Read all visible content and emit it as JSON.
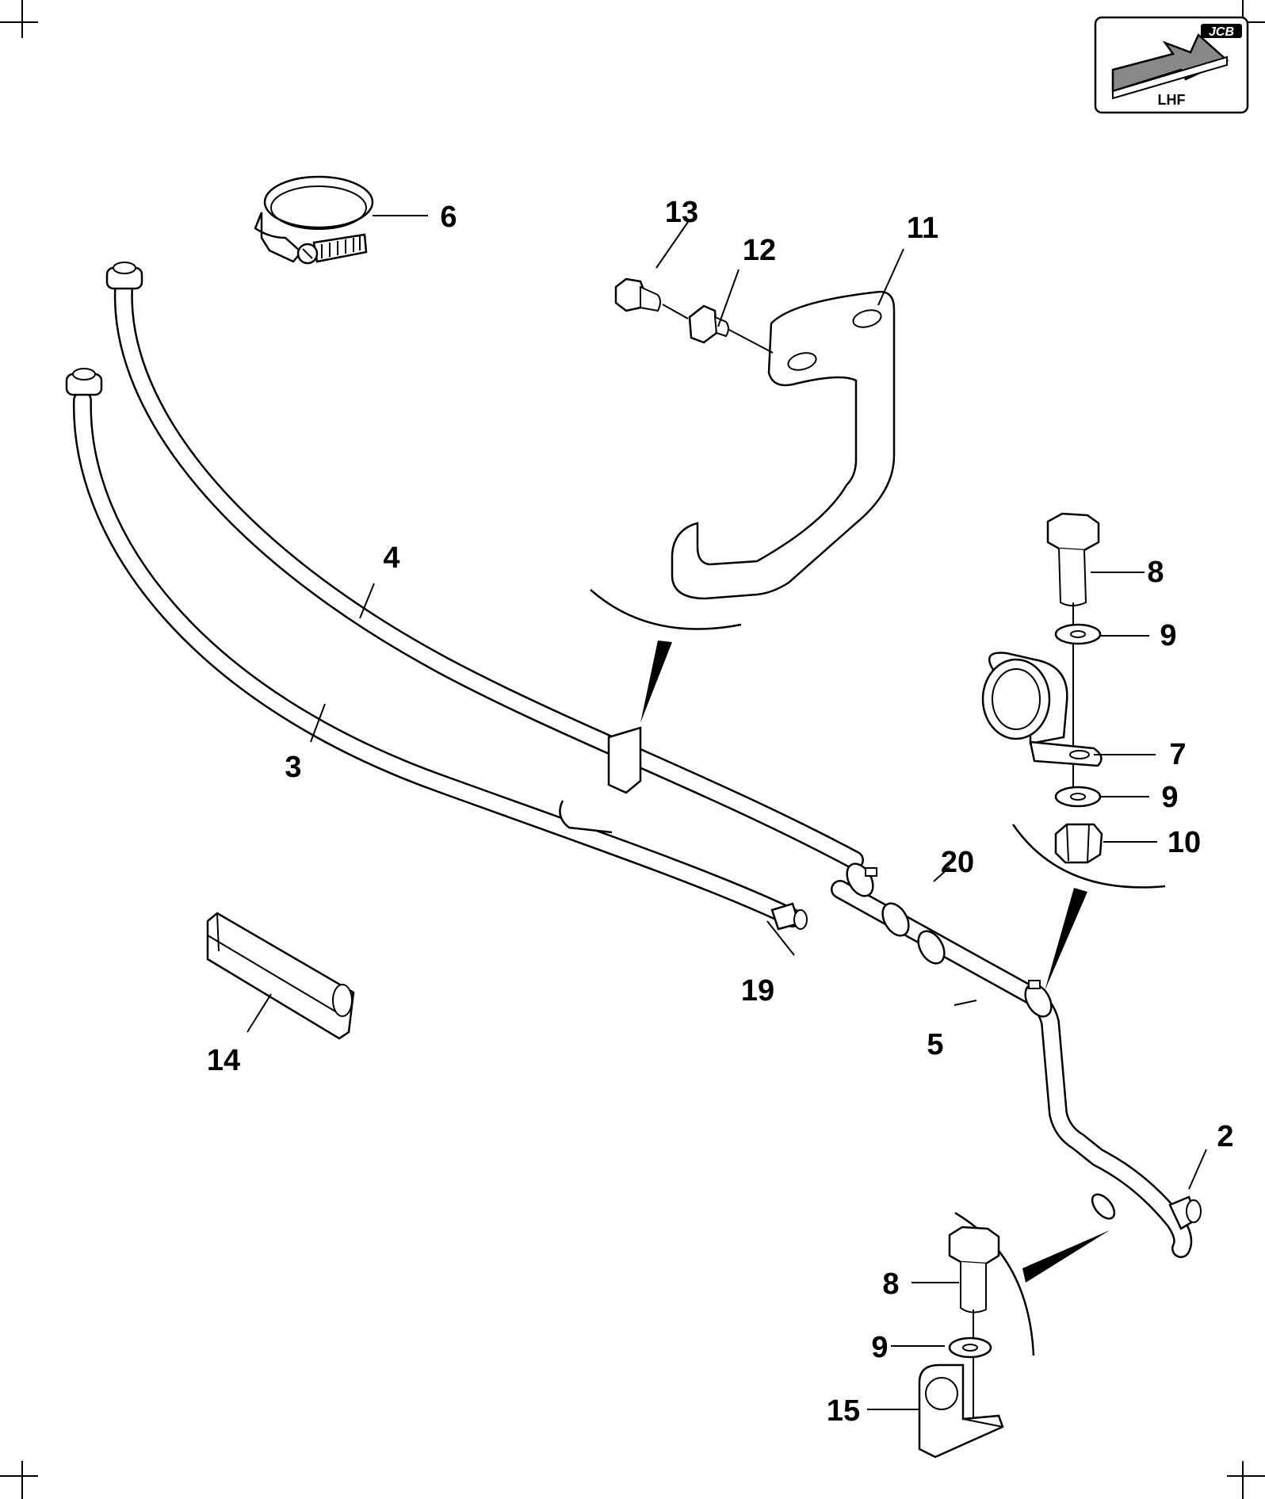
{
  "badge": {
    "brand": "JCB",
    "direction": "LHF"
  },
  "labels": {
    "p2": "2",
    "p3": "3",
    "p4": "4",
    "p5": "5",
    "p6": "6",
    "p7": "7",
    "p8a": "8",
    "p8b": "8",
    "p9a": "9",
    "p9b": "9",
    "p9c": "9",
    "p10": "10",
    "p11": "11",
    "p12": "12",
    "p13": "13",
    "p14": "14",
    "p15": "15",
    "p19": "19",
    "p20": "20"
  }
}
